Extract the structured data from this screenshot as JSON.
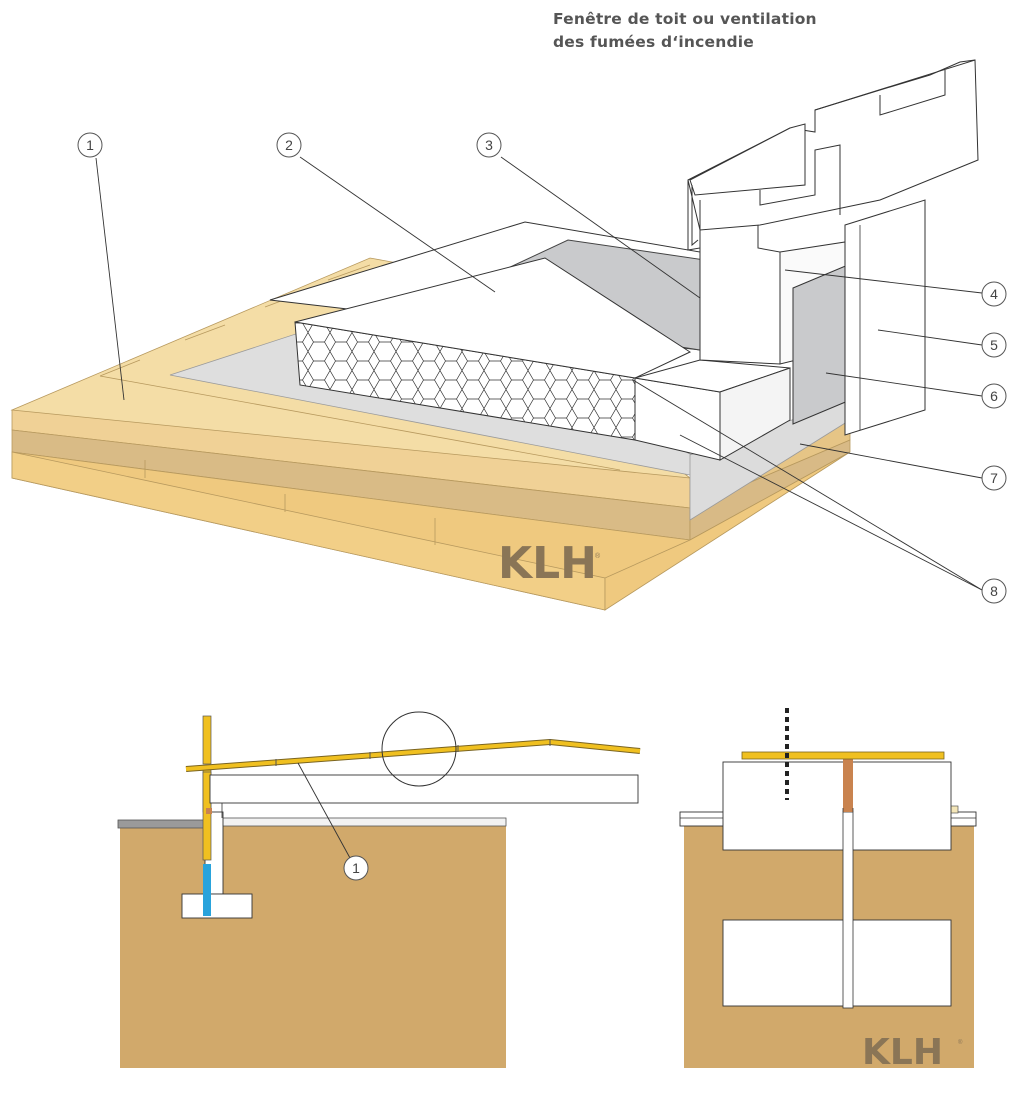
{
  "title": {
    "line1": "Fenêtre de toit ou ventilation",
    "line2": "des fumées d‘incendie"
  },
  "callouts": [
    "1",
    "2",
    "3",
    "4",
    "5",
    "6",
    "7",
    "8"
  ],
  "section_callout": "1",
  "logo": "KLH",
  "logo_mark": "®",
  "colors": {
    "clt_light": "#f3dca6",
    "clt_mid": "#e9c78b",
    "clt_dark": "#d8ba86",
    "membrane": "#d9d9d9",
    "gray_panel": "#c8c9cb",
    "ground": "#cfa86a",
    "timber_yellow": "#f0c020",
    "glazing_blue": "#29a3dc",
    "joint_copper": "#c9834f",
    "text": "#555555"
  }
}
